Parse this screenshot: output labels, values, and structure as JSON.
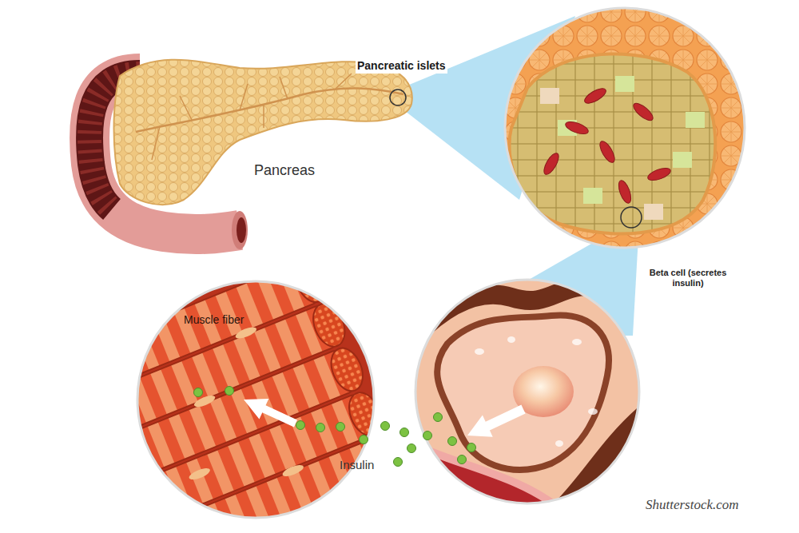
{
  "diagram": {
    "nodes": [
      {
        "text": [
          "Muscle fiber"
        ]
      },
      {
        "text": [
          "Beta cell (secretes insulin)"
        ]
      }
    ],
    "labels": [
      "Pancreatic islets",
      "Pancreas",
      "Insulin",
      "Shutterstock.com"
    ]
  }
}
